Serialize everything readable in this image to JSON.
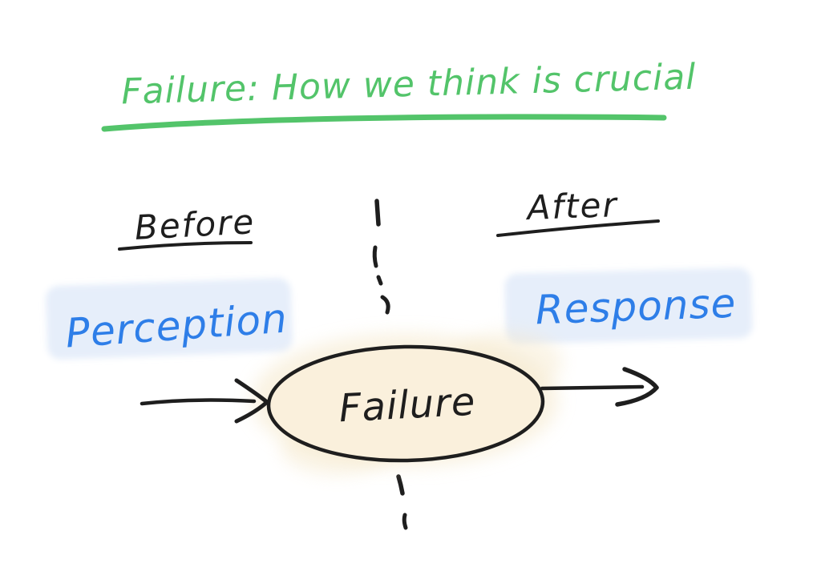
{
  "page": {
    "type": "hand-drawn-whiteboard-sketch",
    "background": "#FFFFFF"
  },
  "title": {
    "text": "Failure: How we think is crucial",
    "color": "#53C46A",
    "underlined": true
  },
  "before_column": {
    "heading": "Before",
    "heading_underlined": true,
    "term": "Perception",
    "term_color": "#2E7EE8",
    "term_highlight_color": "#E6EEFA"
  },
  "after_column": {
    "heading": "After",
    "heading_underlined": true,
    "term": "Response",
    "term_color": "#2E7EE8",
    "term_highlight_color": "#E6EEFA"
  },
  "center_node": {
    "label": "Failure",
    "shape": "ellipse",
    "fill_color": "#FAF0DC",
    "halo_color": "#F5E8CB",
    "stroke_color": "#1E1E1E"
  },
  "divider": {
    "style": "hand-drawn-dashed-vertical-line",
    "color": "#1E1E1E"
  },
  "icons": {
    "left_arrow": "hand-drawn-right-arrow",
    "right_arrow": "hand-drawn-right-arrow"
  },
  "colors": {
    "title_green": "#53C46A",
    "ink_black": "#1E1E1E",
    "pen_blue": "#2E7EE8",
    "highlight_blue": "#E6EEFA",
    "node_fill_cream": "#FAF0DC",
    "node_halo_cream": "#F5E8CB",
    "background": "#FFFFFF"
  }
}
